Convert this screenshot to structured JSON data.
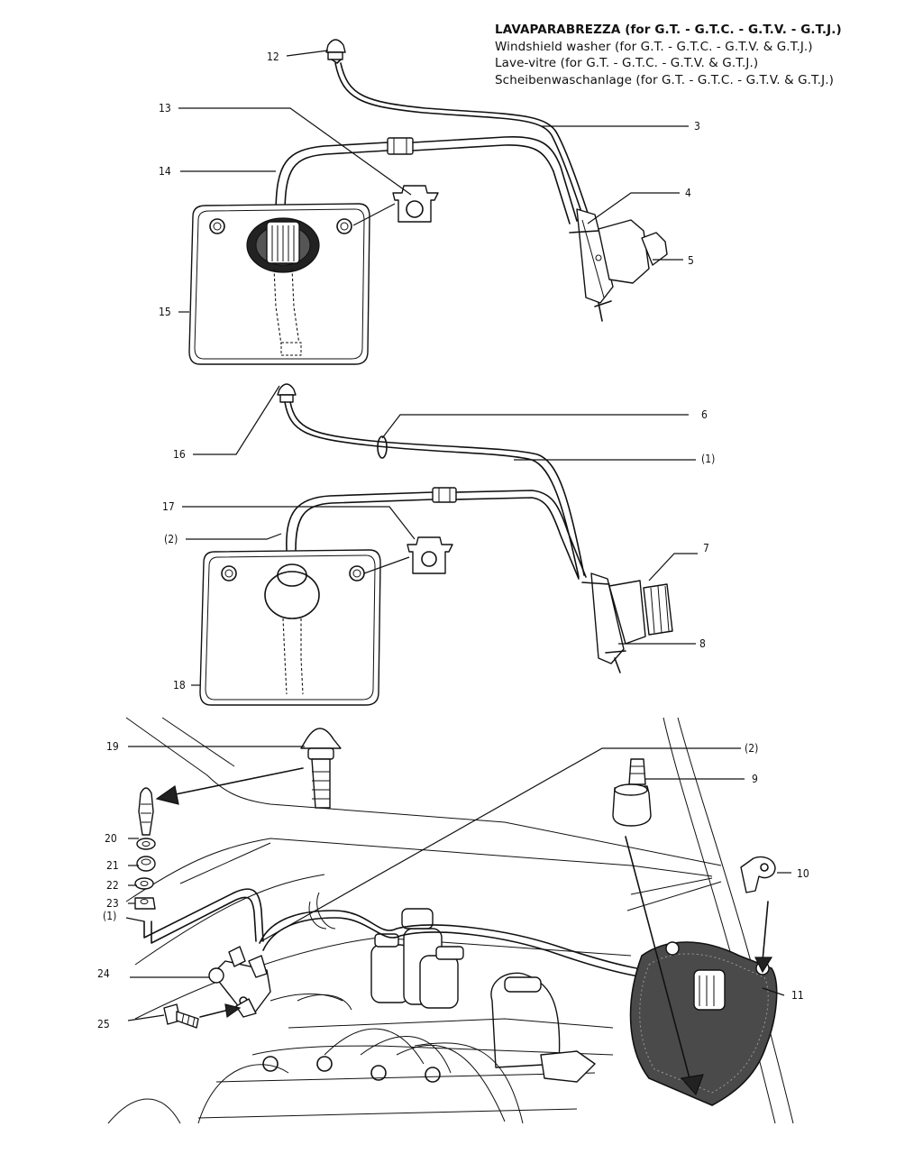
{
  "title_lines": [
    "LAVAPARABREZZA (for G.T. - G.T.C. - G.T.V. - G.T.J.)",
    "Windshield washer (for G.T. - G.T.C. - G.T.V. & G.T.J.)",
    "Lave-vitre (for G.T. - G.T.C. - G.T.V. & G.T.J.)",
    "Scheibenwaschanlage (for G.T. - G.T.C. - G.T.V. & G.T.J.)"
  ],
  "callouts": {
    "c12": "12",
    "c13": "13",
    "c3": "3",
    "c14": "14",
    "c4": "4",
    "c5": "5",
    "c15": "15",
    "c16": "16",
    "c6": "6",
    "c1a": "(1)",
    "c17": "17",
    "c2a": "(2)",
    "c7": "7",
    "c8": "8",
    "c18": "18",
    "c19": "19",
    "c2b": "(2)",
    "c9": "9",
    "c20": "20",
    "c21": "21",
    "c22": "22",
    "c23": "23",
    "c1b": "(1)",
    "c10": "10",
    "c24": "24",
    "c11": "11",
    "c25": "25"
  }
}
